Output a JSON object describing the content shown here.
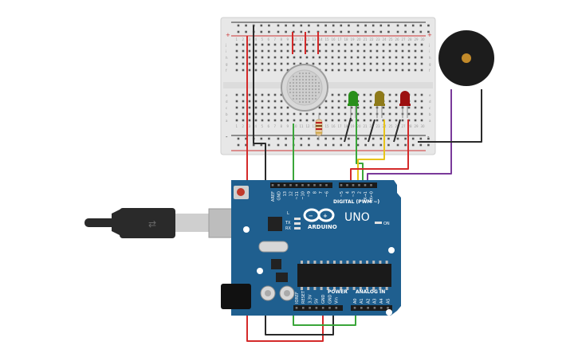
{
  "board": {
    "logo_text": "ARDUINO",
    "model": "UNO",
    "digital_header_label": "DIGITAL (PWM ~)",
    "power_label": "POWER",
    "analog_label": "ANALOG IN",
    "on_label": "ON",
    "tx_label": "TX",
    "rx_label": "RX",
    "l_label": "L",
    "digital_pins": [
      "AREF",
      "GND",
      "13",
      "12",
      "~11",
      "~10",
      "~9",
      "8",
      "7",
      "~6",
      "~5",
      "4",
      "~3",
      "2",
      "TX→1",
      "RX←0"
    ],
    "power_pins": [
      "IOREF",
      "RESET",
      "3.3V",
      "5V",
      "GND",
      "GND",
      "Vin"
    ],
    "analog_pins": [
      "A0",
      "A1",
      "A2",
      "A3",
      "A4",
      "A5"
    ]
  },
  "breadboard": {
    "row_letters_top": [
      "j",
      "i",
      "h",
      "g",
      "f"
    ],
    "row_letters_bottom": [
      "e",
      "d",
      "c",
      "b",
      "a"
    ],
    "columns": [
      "1",
      "2",
      "3",
      "4",
      "5",
      "6",
      "7",
      "8",
      "9",
      "10",
      "11",
      "12",
      "13",
      "14",
      "15",
      "16",
      "17",
      "18",
      "19",
      "20",
      "21",
      "22",
      "23",
      "24",
      "25",
      "26",
      "27",
      "28",
      "29",
      "30"
    ],
    "rail_plus": "+",
    "rail_minus": "-"
  },
  "components": {
    "leds": [
      {
        "name": "green-led",
        "color": "#2a8f1c"
      },
      {
        "name": "yellow-led",
        "color": "#8e7a1a"
      },
      {
        "name": "red-led",
        "color": "#9c1010"
      }
    ],
    "sensor_color": "#d8d8d8",
    "buzzer_color": "#1c1c1c",
    "buzzer_center_color": "#c28a2a"
  },
  "colors": {
    "board": "#1f5f8f",
    "wire_red": "#d42a2a",
    "wire_black": "#2a2a2a",
    "wire_green": "#3aa63a",
    "wire_yellow": "#e8c41a",
    "wire_purple": "#7a3a9a",
    "wire_orange": "#e07a1a"
  }
}
